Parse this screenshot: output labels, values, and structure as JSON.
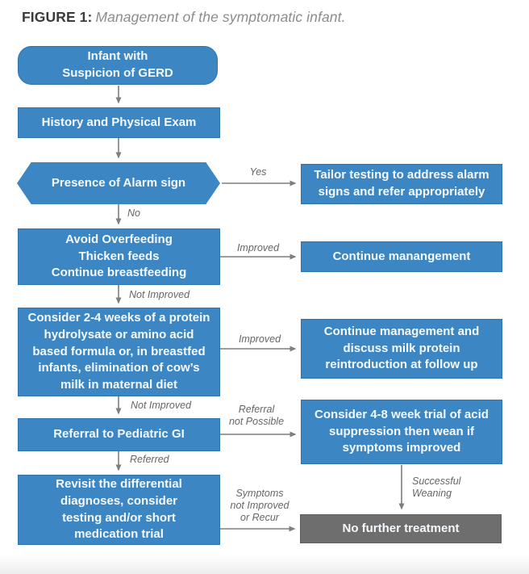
{
  "figure": {
    "label": "FIGURE 1:",
    "caption": "Management of the symptomatic infant."
  },
  "colors": {
    "node_fill": "#3c86c4",
    "node_border": "#2e74ad",
    "end_fill": "#6e6e6e",
    "arrow": "#7f7f7f",
    "edge_label": "#666666",
    "title_label": "#3b3b3b",
    "title_caption": "#8c8c8c"
  },
  "nodes": {
    "start": "Infant with\nSuspicion of GERD",
    "history_exam": "History and Physical Exam",
    "alarm_decision": "Presence of Alarm sign",
    "conservative": "Avoid Overfeeding\nThicken feeds\nContinue breastfeeding",
    "hydrolysate": "Consider 2-4 weeks of a protein\nhydrolysate or amino acid\nbased formula or, in breastfed\ninfants, elimination of cow’s\nmilk in maternal diet",
    "referral_gi": "Referral to Pediatric GI",
    "revisit": "Revisit the differential\ndiagnoses, consider\ntesting and/or short\nmedication trial",
    "tailor_testing": "Tailor testing to address alarm\nsigns and refer appropriately",
    "continue_mgmt": "Continue manangement",
    "continue_reintro": "Continue management and\ndiscuss milk protein\nreintroduction at follow up",
    "acid_trial": "Consider 4-8 week trial of acid\nsuppression then wean if\nsymptoms improved",
    "no_treatment": "No further treatment"
  },
  "edge_labels": {
    "yes": "Yes",
    "no": "No",
    "improved1": "Improved",
    "not_improved1": "Not Improved",
    "improved2": "Improved",
    "not_improved2": "Not Improved",
    "referral_not_possible": "Referral\nnot Possible",
    "referred": "Referred",
    "symptoms_recur": "Symptoms\nnot Improved\nor Recur",
    "successful_weaning": "Successful\nWeaning"
  }
}
